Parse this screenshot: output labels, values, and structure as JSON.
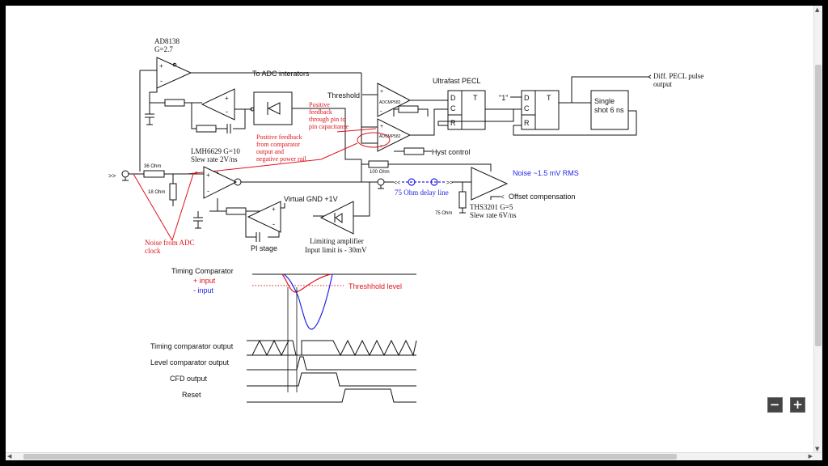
{
  "labels": {
    "ad8138_name": "AD8138",
    "ad8138_gain": "G=2.7",
    "to_adc": "To ADC interators",
    "threshold": "Threshold",
    "ultrafast_pecl": "Ultrafast PECL",
    "comp_part": "ADCMP582",
    "ff_d": "D",
    "ff_c": "C",
    "ff_r": "R",
    "ff_t": "T",
    "one_const": "\"1\"",
    "single_shot_1": "Single",
    "single_shot_2": "shot 6 ns",
    "diff_pecl_1": "Diff. PECL pulse",
    "diff_pecl_2": "output",
    "pos_fb_pin_1": "Positive",
    "pos_fb_pin_2": "feedback",
    "pos_fb_pin_3": "through pin to",
    "pos_fb_pin_4": "pin capacitanse",
    "pos_fb_comp_1": "Positive feedback",
    "pos_fb_comp_2": "from comparator",
    "pos_fb_comp_3": "output and",
    "pos_fb_comp_4": "negative power rail",
    "lmh_1": "LMH6629 G=10",
    "lmh_2": "Slew rate 2V/ns",
    "hyst_control": "Hyst control",
    "r36": "36 Ohm",
    "r18": "18 Ohm",
    "r100": "100 Ohm",
    "delay_line": "75 Ohm delay line",
    "noise": "Noise ~1.5 mV RMS",
    "offset_comp": "Offset compensation",
    "r75": "75 Ohm",
    "ths_1": "THS3201 G=5",
    "ths_2": "Slew rate 6V/ns",
    "virtual_gnd": "Virtual GND +1V",
    "pi_stage": "PI stage",
    "lim_amp_1": "Limiting amplifier",
    "lim_amp_2": "Input limit is - 30mV",
    "adc_noise_1": "Noise from ADC",
    "adc_noise_2": "clock",
    "plus": "+",
    "minus": "-"
  },
  "timing": {
    "timing_comparator": "Timing Comparator",
    "plus_input": "+ input",
    "minus_input": "- input",
    "threshold_level": "Threshhold level",
    "timing_output": "Timing comparator output",
    "level_output": "Level comparator output",
    "cfd_output": "CFD output",
    "reset": "Reset"
  },
  "colors": {
    "annotation_red": "#e0141e",
    "annotation_blue": "#2525e8",
    "frame": "#000000"
  },
  "zoom": {
    "minus": "−",
    "plus": "+"
  }
}
